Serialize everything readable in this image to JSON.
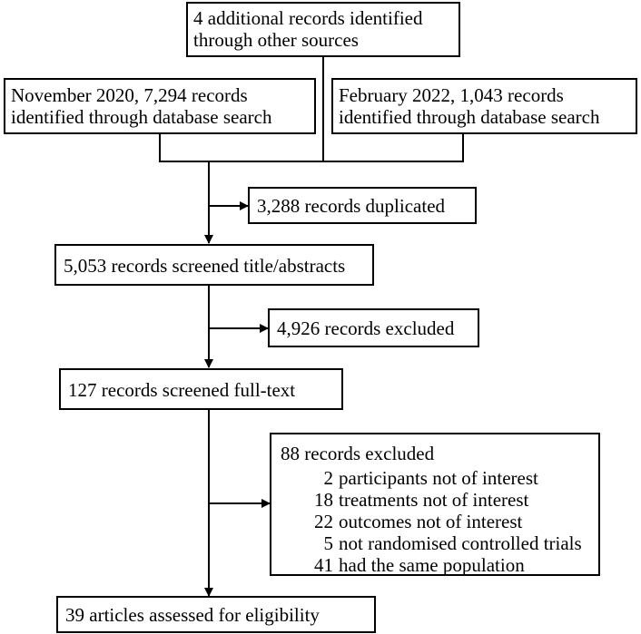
{
  "boxes": {
    "other_sources": {
      "line1": "4 additional records identified",
      "line2": "through other sources"
    },
    "nov_2020": {
      "line1": "November 2020, 7,294 records",
      "line2": "identified through database search"
    },
    "feb_2022": {
      "line1": "February 2022, 1,043 records",
      "line2": "identified through database search"
    },
    "duplicated": "3,288 records duplicated",
    "screened_title": "5,053 records screened title/abstracts",
    "excluded_first": "4,926 records excluded",
    "screened_fulltext": "127 records screened full-text",
    "excluded_second": {
      "title": "88 records excluded",
      "reasons": [
        {
          "count": "2",
          "reason": "participants not of interest"
        },
        {
          "count": "18",
          "reason": "treatments not of interest"
        },
        {
          "count": "22",
          "reason": "outcomes not of interest"
        },
        {
          "count": "5",
          "reason": "not randomised controlled trials"
        },
        {
          "count": "41",
          "reason": "had the same population"
        }
      ]
    },
    "eligibility": "39 articles assessed for eligibility"
  }
}
